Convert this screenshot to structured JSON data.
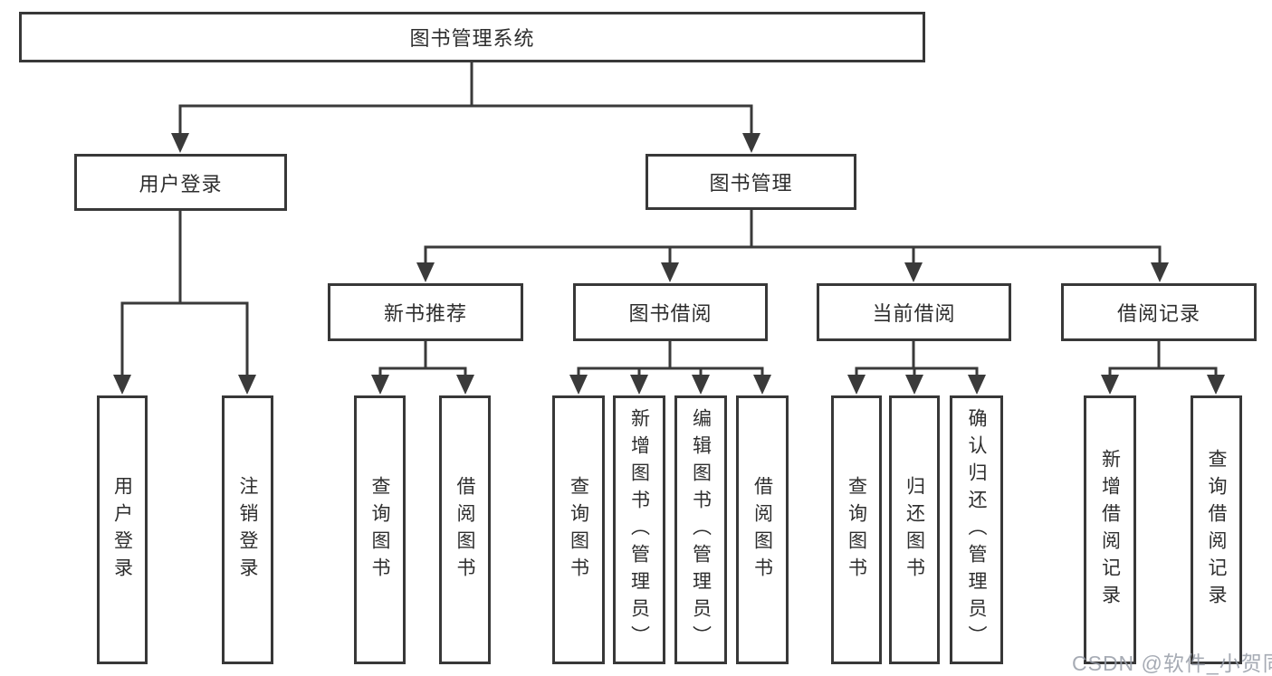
{
  "diagram": {
    "root": "图书管理系统",
    "user_login": {
      "label": "用户登录",
      "children": [
        "用户登录",
        "注销登录"
      ]
    },
    "book_mgmt": {
      "label": "图书管理",
      "sections": [
        {
          "label": "新书推荐",
          "children": [
            "查询图书",
            "借阅图书"
          ]
        },
        {
          "label": "图书借阅",
          "children": [
            "查询图书",
            "新增图书（管理员）",
            "编辑图书（管理员）",
            "借阅图书"
          ]
        },
        {
          "label": "当前借阅",
          "children": [
            "查询图书",
            "归还图书",
            "确认归还（管理员）"
          ]
        },
        {
          "label": "借阅记录",
          "children": [
            "新增借阅记录",
            "查询借阅记录"
          ]
        }
      ]
    }
  },
  "watermark": "CSDN @软件_小贺同学",
  "colors": {
    "line": "#3a3a3a",
    "box_border": "#383838",
    "text": "#2e2e2e",
    "background": "#ffffff",
    "watermark": "#969ca7"
  }
}
